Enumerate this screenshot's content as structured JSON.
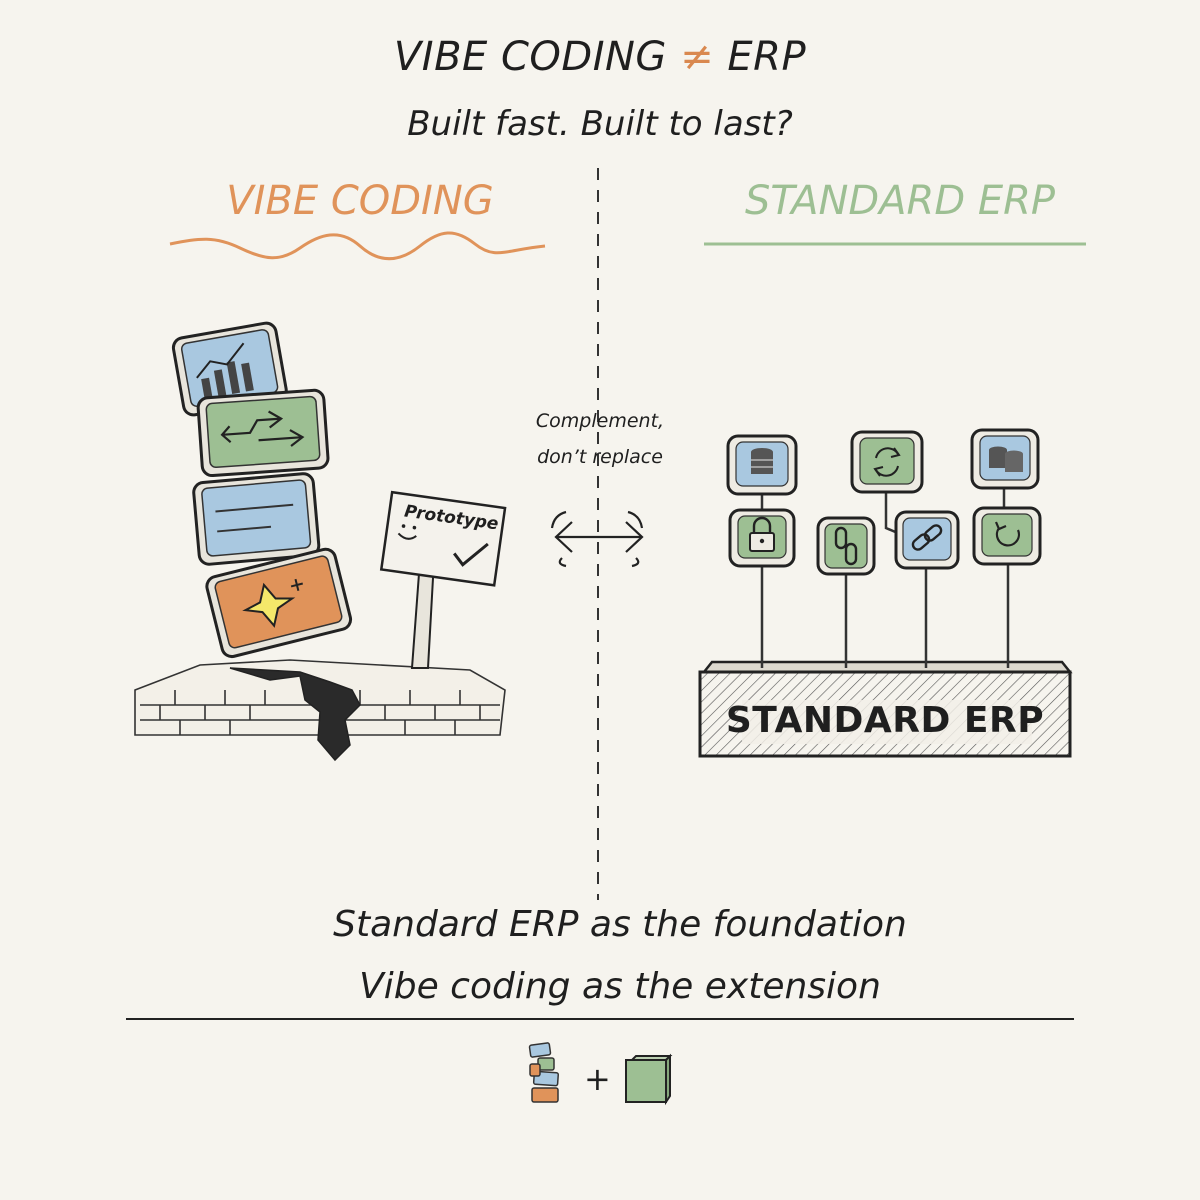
{
  "header": {
    "title_left": "VIBE CODING",
    "title_sign": "≠",
    "title_right": "ERP",
    "subtitle": "Built fast. Built to last?"
  },
  "left": {
    "heading": "VIBE CODING",
    "sign_text": "Prototype"
  },
  "right": {
    "heading": "STANDARD ERP",
    "foundation_label": "STANDARD ERP"
  },
  "middle": {
    "line1": "Complement,",
    "line2": "don’t replace"
  },
  "footer": {
    "line1": "Standard ERP as the foundation",
    "line2": "Vibe coding as the extension",
    "plus": "+"
  },
  "colors": {
    "orange": "#e0935a",
    "green": "#9dbf93",
    "blue": "#a9c8e0",
    "ink": "#1f1f1f"
  }
}
